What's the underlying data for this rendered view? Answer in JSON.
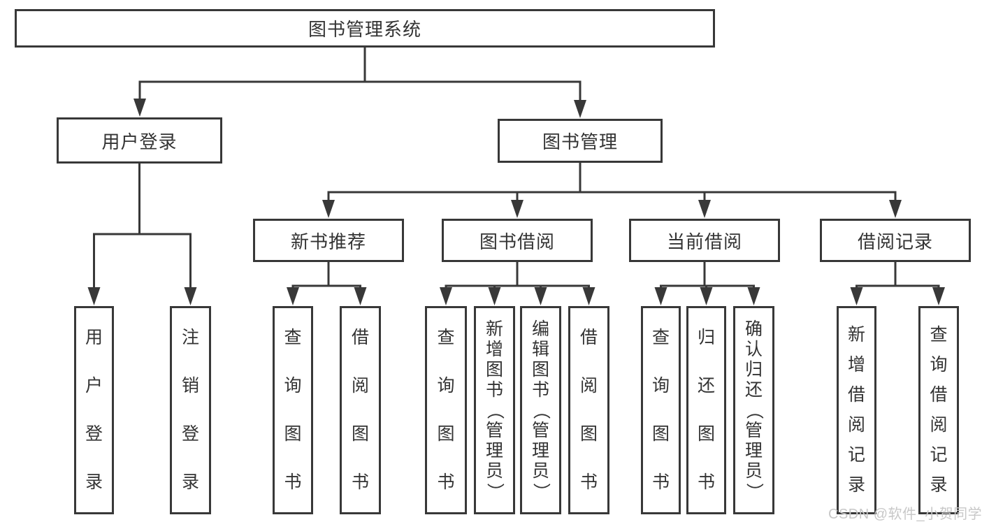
{
  "diagram": {
    "root": {
      "label": "图书管理系统"
    },
    "branches": [
      {
        "label": "用户登录",
        "children": [
          {
            "label": "用户登录"
          },
          {
            "label": "注销登录"
          }
        ]
      },
      {
        "label": "图书管理",
        "children": [
          {
            "label": "新书推荐",
            "children": [
              {
                "label": "查询图书"
              },
              {
                "label": "借阅图书"
              }
            ]
          },
          {
            "label": "图书借阅",
            "children": [
              {
                "label": "查询图书"
              },
              {
                "label": "新增图书（管理员）"
              },
              {
                "label": "编辑图书（管理员）"
              },
              {
                "label": "借阅图书"
              }
            ]
          },
          {
            "label": "当前借阅",
            "children": [
              {
                "label": "查询图书"
              },
              {
                "label": "归还图书"
              },
              {
                "label": "确认归还（管理员）"
              }
            ]
          },
          {
            "label": "借阅记录",
            "children": [
              {
                "label": "新增借阅记录"
              },
              {
                "label": "查询借阅记录"
              }
            ]
          }
        ]
      }
    ]
  },
  "watermark": "CSDN @软件_小贺同学",
  "colors": {
    "line": "#383838",
    "box_border": "#383838",
    "text": "#333333",
    "watermark": "#c8c8c8",
    "background": "#ffffff"
  }
}
